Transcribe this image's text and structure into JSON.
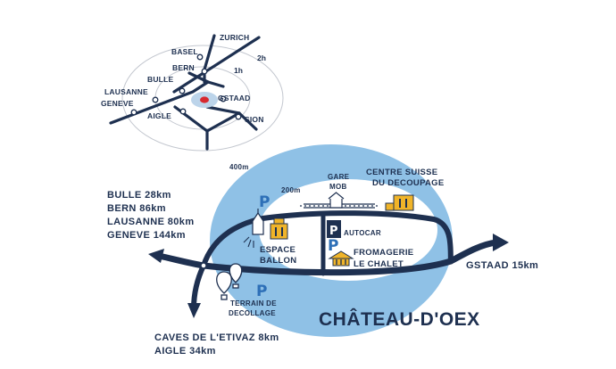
{
  "inset": {
    "cities": {
      "zurich": "ZURICH",
      "basel": "BASEL",
      "bern": "BERN",
      "bulle": "BULLE",
      "lausanne": "LAUSANNE",
      "geneve": "GENEVE",
      "aigle": "AIGLE",
      "gstaad": "GSTAAD",
      "sion": "SION"
    },
    "rings": {
      "r2h": "2h",
      "r1h": "1h"
    }
  },
  "radius": {
    "r400": "400m",
    "r200": "200m"
  },
  "places": {
    "gare": [
      "GARE",
      "MOB"
    ],
    "centre": [
      "CENTRE SUISSE",
      "DU DECOUPAGE"
    ],
    "espace": [
      "ESPACE",
      "BALLON"
    ],
    "autocar": "AUTOCAR",
    "fromagerie": [
      "FROMAGERIE",
      "LE CHALET"
    ],
    "terrain": [
      "TERRAIN DE",
      "DECOLLAGE"
    ]
  },
  "parking": {
    "symbol": "P"
  },
  "distances": {
    "west": [
      "BULLE  28km",
      "BERN 86km",
      "LAUSANNE 80km",
      "GENEVE 144km"
    ],
    "south": [
      "CAVES DE L'ETIVAZ  8km",
      "AIGLE 34km"
    ],
    "east": "GSTAAD 15km"
  },
  "town_name": "CHÂTEAU-D'OEX",
  "colors": {
    "navy": "#1e3050",
    "zone": "#8fc1e6",
    "parking": "#2d6fb7",
    "building": "#f0b429",
    "inset_ring": "#c3c7cf"
  },
  "icons": [
    "church-icon",
    "building-icon",
    "chalet-icon",
    "hot-air-balloon-icon",
    "parking-icon",
    "location-dot-icon"
  ]
}
